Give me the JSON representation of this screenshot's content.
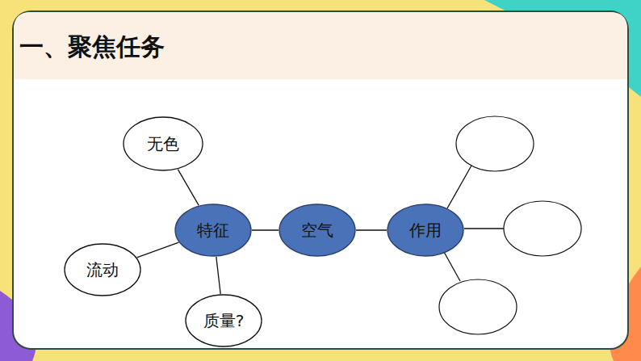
{
  "diagram": {
    "title": "一、聚焦任务",
    "nodes": [
      {
        "text": [
          "无色"
        ]
      },
      {
        "text": [
          "特征"
        ]
      },
      {
        "text": [
          "空气"
        ]
      },
      {
        "text": [
          "作用"
        ]
      },
      {
        "text": [
          "流动"
        ]
      },
      {
        "text": [
          "质量?"
        ]
      }
    ],
    "edges": [
      {
        "from": 1,
        "to": 0,
        "arrow": "none"
      },
      {
        "from": 1,
        "to": 2,
        "arrow": "none"
      },
      {
        "from": 2,
        "to": 3,
        "arrow": "none"
      },
      {
        "from": 1,
        "to": 4,
        "arrow": "none"
      },
      {
        "from": 1,
        "to": 5,
        "arrow": "none"
      }
    ]
  }
}
